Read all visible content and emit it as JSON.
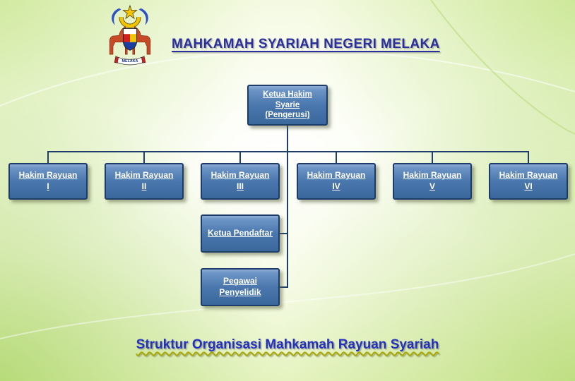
{
  "header": {
    "title": "MAHKAMAH SYARIAH NEGERI MELAKA",
    "logo_caption": "MELAKA"
  },
  "org_chart": {
    "root": {
      "label": "Ketua Hakim Syarie (Pengerusi)",
      "lines": [
        "Ketua Hakim",
        "Syarie",
        "(Pengerusi)"
      ]
    },
    "appeal_judges": [
      {
        "label": "Hakim Rayuan I",
        "lines": [
          "Hakim Rayuan",
          "I"
        ]
      },
      {
        "label": "Hakim Rayuan II",
        "lines": [
          "Hakim Rayuan",
          "II"
        ]
      },
      {
        "label": "Hakim Rayuan III",
        "lines": [
          "Hakim Rayuan",
          "III"
        ]
      },
      {
        "label": "Hakim Rayuan IV",
        "lines": [
          "Hakim Rayuan",
          "IV"
        ]
      },
      {
        "label": "Hakim Rayuan V",
        "lines": [
          "Hakim Rayuan",
          "V"
        ]
      },
      {
        "label": "Hakim Rayuan VI",
        "lines": [
          "Hakim Rayuan",
          "VI"
        ]
      }
    ],
    "staff": [
      {
        "label": "Ketua Pendaftar",
        "lines": [
          "Ketua Pendaftar"
        ]
      },
      {
        "label": "Pegawai Penyelidik",
        "lines": [
          "Pegawai",
          "Penyelidik"
        ]
      }
    ]
  },
  "footer": {
    "caption": "Struktur Organisasi Mahkamah Rayuan Syariah"
  },
  "colors": {
    "box_top": "#6d95c6",
    "box_bottom": "#3a679c",
    "box_border": "#1e3c6a",
    "connector": "#1f3f6b",
    "title_blue": "#2b2f9e",
    "caption_blue": "#2431bf",
    "caption_underline": "#a8a800"
  }
}
